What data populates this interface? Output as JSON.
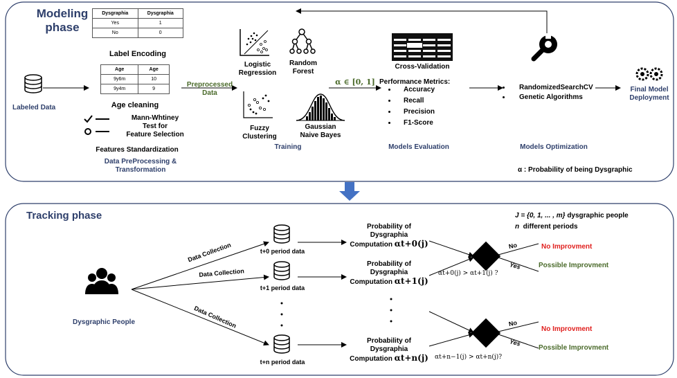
{
  "modeling": {
    "title_line1": "Modeling",
    "title_line2": "phase",
    "label_encoding_table": {
      "headers": [
        "Dysgraphia",
        "Dysgraphia"
      ],
      "rows": [
        [
          "Yes",
          "1"
        ],
        [
          "No",
          "0"
        ]
      ],
      "caption": "Label Encoding"
    },
    "age_cleaning_table": {
      "headers": [
        "Age",
        "Age"
      ],
      "rows": [
        [
          "9y6m",
          "10"
        ],
        [
          "9y4m",
          "9"
        ]
      ],
      "caption": "Age cleaning"
    },
    "labeled_data": "Labeled Data",
    "feature_selection": {
      "line1": "Mann-Whtiney",
      "line2": "Test for",
      "line3": "Feature Selection"
    },
    "features_standardization": "Features Standardization",
    "preprocessing_title_1": "Data PreProcessing &",
    "preprocessing_title_2": "Transformation",
    "preprocessed_data_1": "Preprocessed",
    "preprocessed_data_2": "Data",
    "models": {
      "logistic_1": "Logistic",
      "logistic_2": "Regression",
      "rf_1": "Random",
      "rf_2": "Forest",
      "fuzzy_1": "Fuzzy",
      "fuzzy_2": "Clustering",
      "gnb_1": "Gaussian",
      "gnb_2": "Naive Bayes"
    },
    "training": "Training",
    "alpha_range": "α ∈ [0, 1]",
    "cross_validation": "Cross-Validation",
    "performance_metrics_title": "Performance Metrics:",
    "metrics": [
      "Accuracy",
      "Recall",
      "Precision",
      "F1-Score"
    ],
    "models_evaluation": "Models Evaluation",
    "optimization_methods": [
      "RandomizedSearchCV",
      "Genetic Algorithms"
    ],
    "models_optimization": "Models Optimization",
    "final_model_1": "Final Model",
    "final_model_2": "Deployment",
    "alpha_note": "α : Probability of being Dysgraphic"
  },
  "tracking": {
    "title": "Tracking phase",
    "dysgraphic_people": "Dysgraphic People",
    "data_collection": "Data Collection",
    "period_data": [
      "t+0 period data",
      "t+1 period data",
      "t+n period data"
    ],
    "probability_line1": "Probability of",
    "probability_line2": "Dysgraphia",
    "computation_label": "Computation",
    "alpha_t0": "αt+0(j)",
    "alpha_t1": "αt+1(j)",
    "alpha_tn": "αt+n(j)",
    "comparison_1": "αt+0(j) > αt+1(j) ?",
    "comparison_2": "αt+n−1(j) > αt+n(j)?",
    "no": "No",
    "yes": "Yes",
    "no_improvement": "No Improvment",
    "possible_improvement": "Possible Improvment",
    "j_set": "J = {0, 1, ... , m}",
    "j_set_suffix": "dysgraphic people",
    "n_label": "n",
    "n_suffix": "different periods"
  },
  "colors": {
    "panel_border": "#2e3f6b",
    "navy_text": "#2e3f6b",
    "green_text": "#4a6a2a",
    "red_text": "#e0201e",
    "phase_arrow": "#4472c4"
  },
  "icons": [
    "database-icon",
    "scatter-plot-icon",
    "tree-network-icon",
    "fuzzy-cluster-icon",
    "gaussian-histogram-icon",
    "table-grid-icon",
    "wrench-icon",
    "gears-icon",
    "people-icon",
    "decision-diamond-icon"
  ]
}
